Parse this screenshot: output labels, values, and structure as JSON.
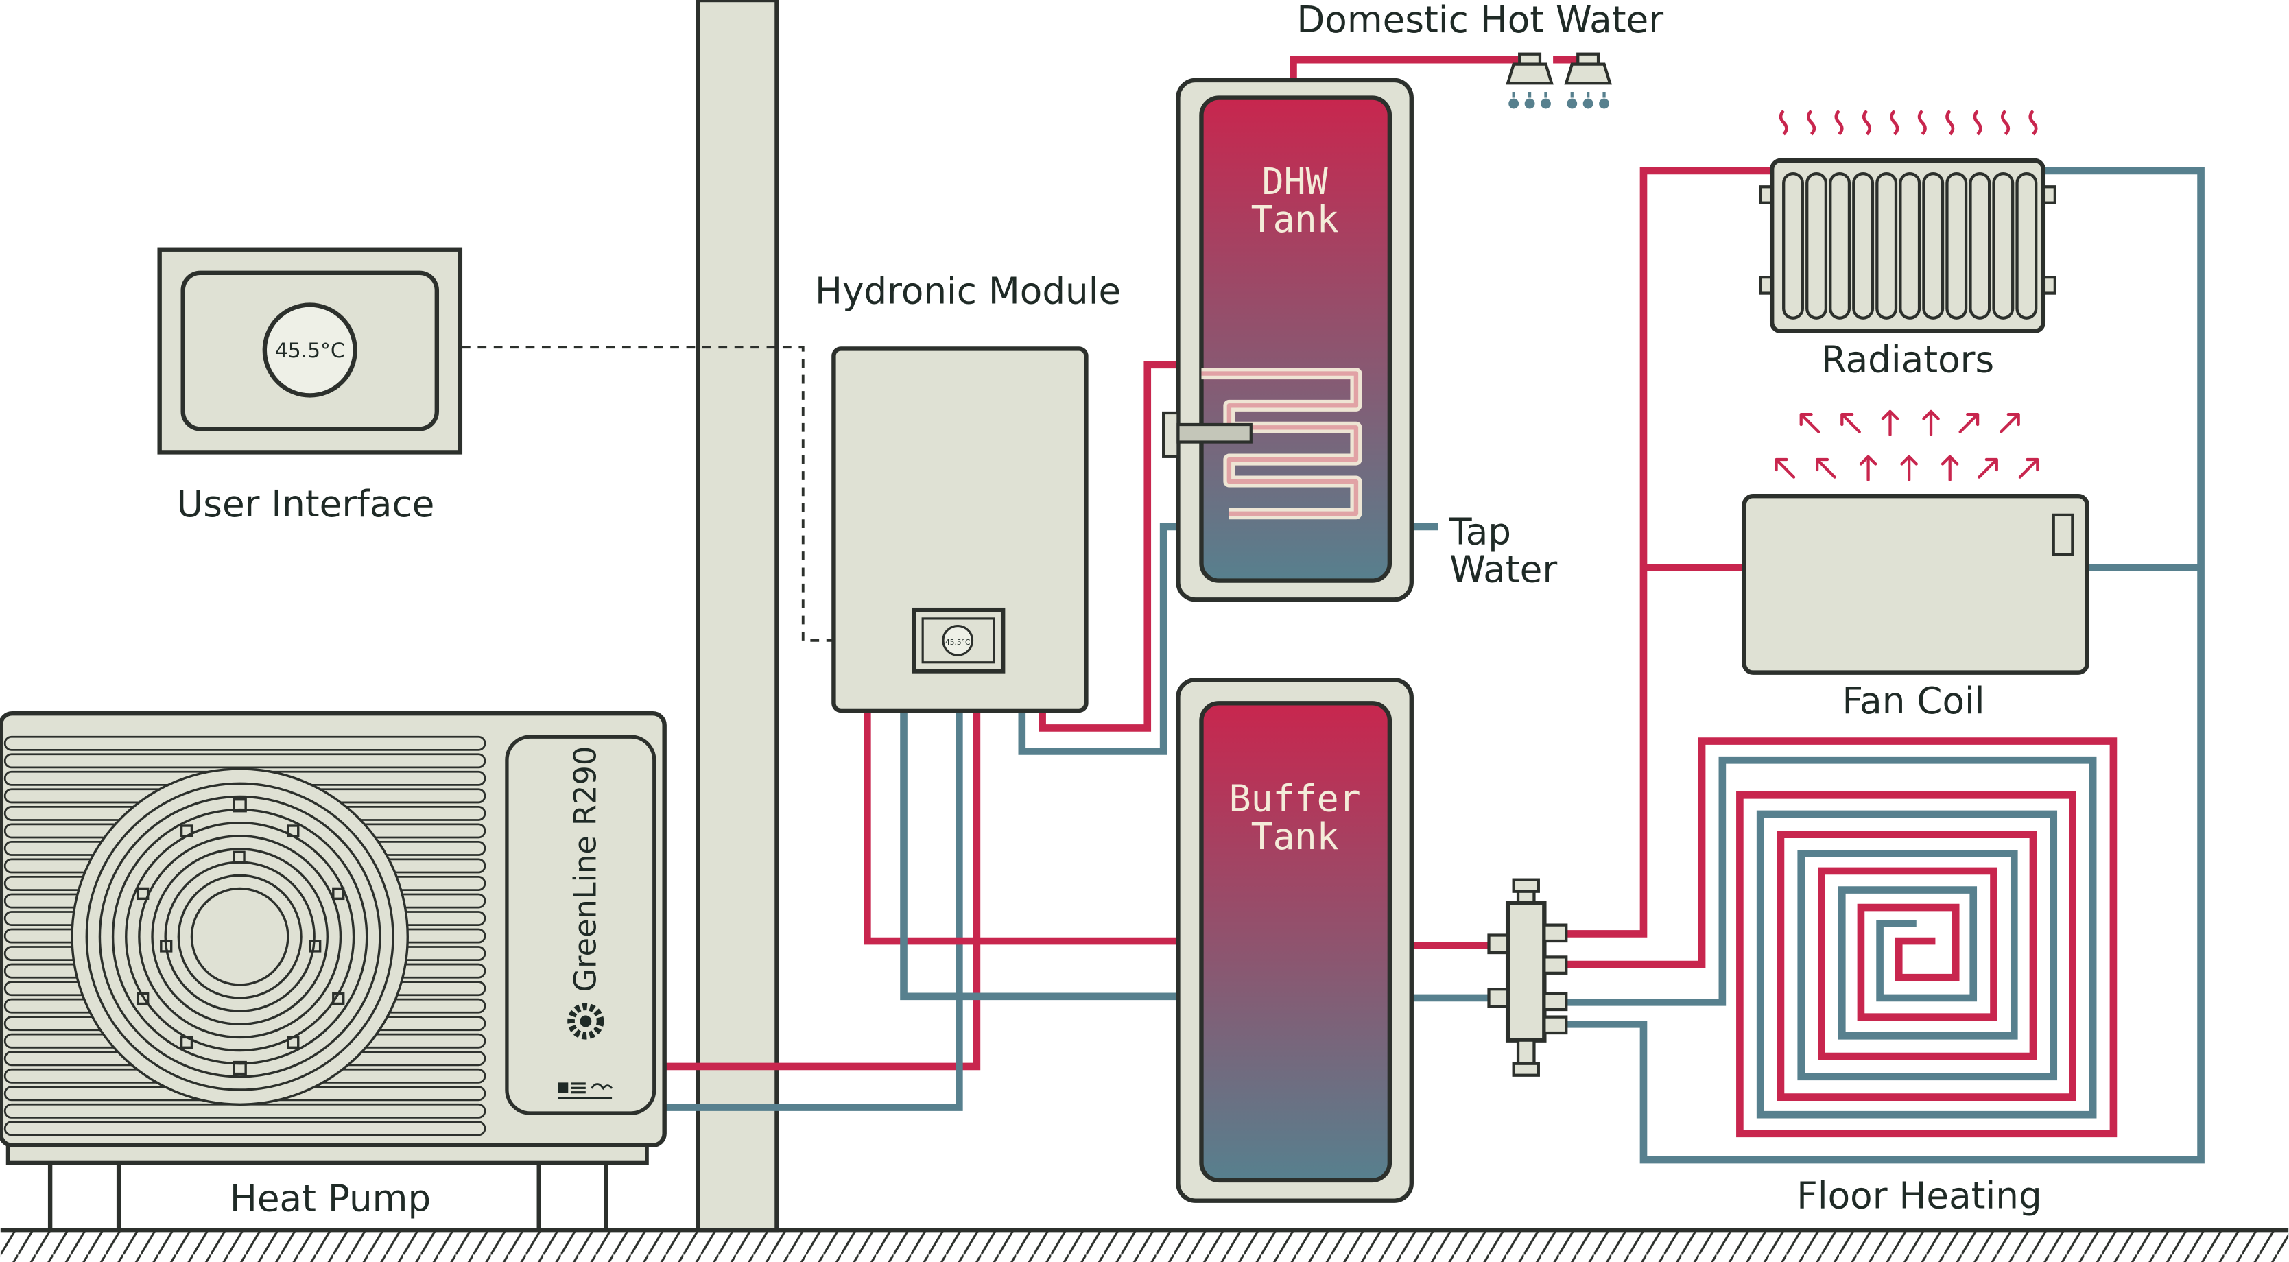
{
  "labels": {
    "domestic_hot_water": "Domestic Hot Water",
    "hydronic_module": "Hydronic Module",
    "user_interface": "User Interface",
    "dhw_tank_line1": "DHW",
    "dhw_tank_line2": "Tank",
    "buffer_tank_line1": "Buffer",
    "buffer_tank_line2": "Tank",
    "tap_water_line1": "Tap",
    "tap_water_line2": "Water",
    "radiators": "Radiators",
    "fan_coil": "Fan Coil",
    "floor_heating": "Floor Heating",
    "heat_pump": "Heat Pump"
  },
  "user_interface_display": "45.5°C",
  "module_display": "45.5°C",
  "heat_pump_brand": "GreenLine R290",
  "colors": {
    "hot": "#c8264e",
    "cold": "#57808e",
    "panel": "#dfe1d4",
    "outline": "#2c302c"
  }
}
